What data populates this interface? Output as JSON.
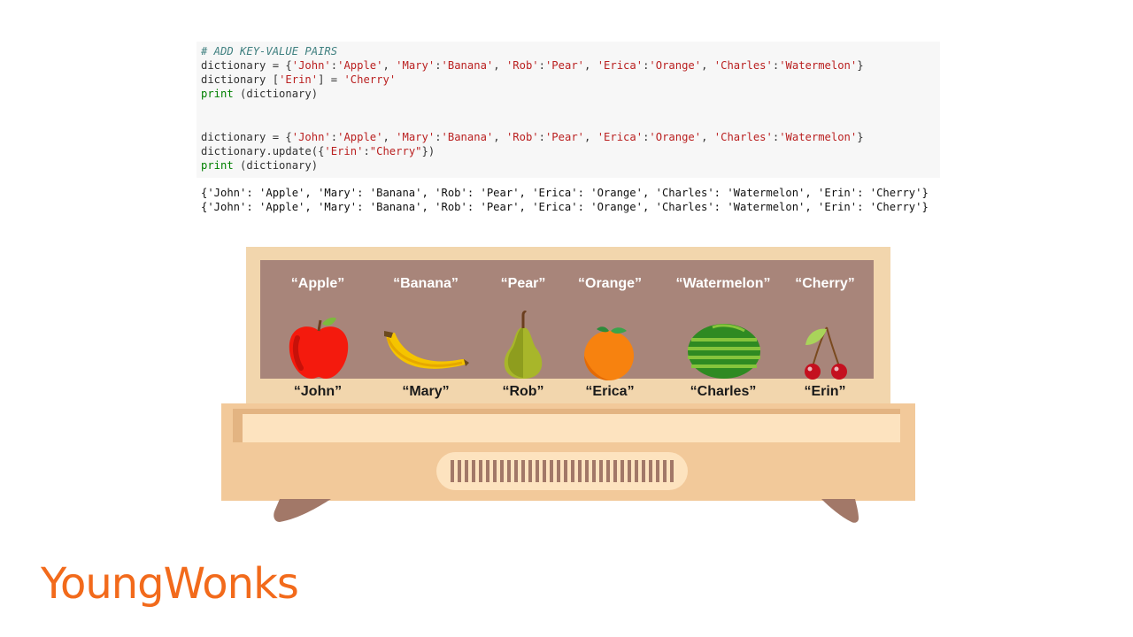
{
  "code": {
    "comment": "# ADD KEY-VALUE PAIRS",
    "line_dict_1_a": "dictionary = {",
    "line_dict_1_b": "'John'",
    "line_dict_1_c": ":",
    "line_dict_1_d": "'Apple'",
    "line_dict_full_pairs": "'John':'Apple', 'Mary':'Banana', 'Rob':'Pear', 'Erica':'Orange', 'Charles':'Watermelon'",
    "line_assign_a": "dictionary [",
    "line_assign_key": "'Erin'",
    "line_assign_b": "] = ",
    "line_assign_val": "'Cherry'",
    "print_kw": "print",
    "print_arg": " (dictionary)",
    "line_update_a": "dictionary.update({",
    "line_update_key": "'Erin'",
    "line_update_colon": ":",
    "line_update_val": "\"Cherry\"",
    "line_update_b": "})"
  },
  "output": {
    "line1": "{'John': 'Apple', 'Mary': 'Banana', 'Rob': 'Pear', 'Erica': 'Orange', 'Charles': 'Watermelon', 'Erin': 'Cherry'}",
    "line2": "{'John': 'Apple', 'Mary': 'Banana', 'Rob': 'Pear', 'Erica': 'Orange', 'Charles': 'Watermelon', 'Erin': 'Cherry'}"
  },
  "illustration": {
    "values": [
      "“Apple”",
      "“Banana”",
      "“Pear”",
      "“Orange”",
      "“Watermelon”",
      "“Cherry”"
    ],
    "keys": [
      "“John”",
      "“Mary”",
      "“Rob”",
      "“Erica”",
      "“Charles”",
      "“Erin”"
    ],
    "fruit_icons": [
      "apple-icon",
      "banana-icon",
      "pear-icon",
      "orange-icon",
      "watermelon-icon",
      "cherry-icon"
    ]
  },
  "logo": {
    "text": "YoungWonks",
    "color": "#f26a1b"
  }
}
